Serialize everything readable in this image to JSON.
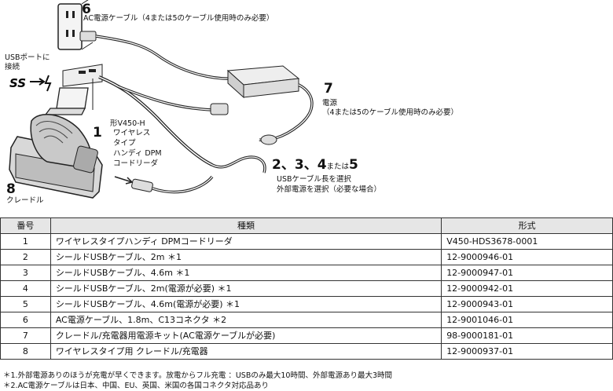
{
  "diagram": {
    "label6": {
      "num": "6",
      "text": "AC電源ケーブル（4または5のケーブル使用時のみ必要）"
    },
    "usb_port": {
      "line1": "USBポートに",
      "line2": "接続"
    },
    "label7": {
      "num": "7",
      "line1": "電源",
      "line2": "（4または5のケーブル使用時のみ必要）"
    },
    "label1": {
      "num": "1",
      "line1": "形V450-H",
      "line2": "ワイヤレス",
      "line3": "タイプ",
      "line4": "ハンディ DPM",
      "line5": "コードリーダ"
    },
    "label2345": {
      "n2": "2",
      "sep1": "、",
      "n3": "3",
      "sep2": "、",
      "n4": "4",
      "mid": "または",
      "n5": "5",
      "line1": "USBケーブル長を選択",
      "line2": "外部電源を選択（必要な場合）"
    },
    "label8": {
      "num": "8",
      "text": "クレードル"
    }
  },
  "table": {
    "headers": [
      "番号",
      "種類",
      "形式"
    ],
    "rows": [
      [
        "1",
        "ワイヤレスタイプハンディ DPMコードリーダ",
        "V450-HDS3678-0001"
      ],
      [
        "2",
        "シールドUSBケーブル、2m ＊1",
        "12-9000946-01"
      ],
      [
        "3",
        "シールドUSBケーブル、4.6m ＊1",
        "12-9000947-01"
      ],
      [
        "4",
        "シールドUSBケーブル、2m(電源が必要) ＊1",
        "12-9000942-01"
      ],
      [
        "5",
        "シールドUSBケーブル、4.6m(電源が必要) ＊1",
        "12-9000943-01"
      ],
      [
        "6",
        "AC電源ケーブル、1.8m、C13コネクタ ＊2",
        "12-9001046-01"
      ],
      [
        "7",
        "クレードル/充電器用電源キット(AC電源ケーブルが必要)",
        "98-9000181-01"
      ],
      [
        "8",
        "ワイヤレスタイプ用 クレードル/充電器",
        "12-9000937-01"
      ]
    ]
  },
  "footnotes": {
    "note1": "＊1.外部電源ありのほうが充電が早くできます。放電からフル充電 ：USBのみ最大10時間、外部電源あり最大3時間",
    "note2": "＊2.AC電源ケーブルは日本、中国、EU、英国、米国の各国コネクタ対応品あり"
  }
}
